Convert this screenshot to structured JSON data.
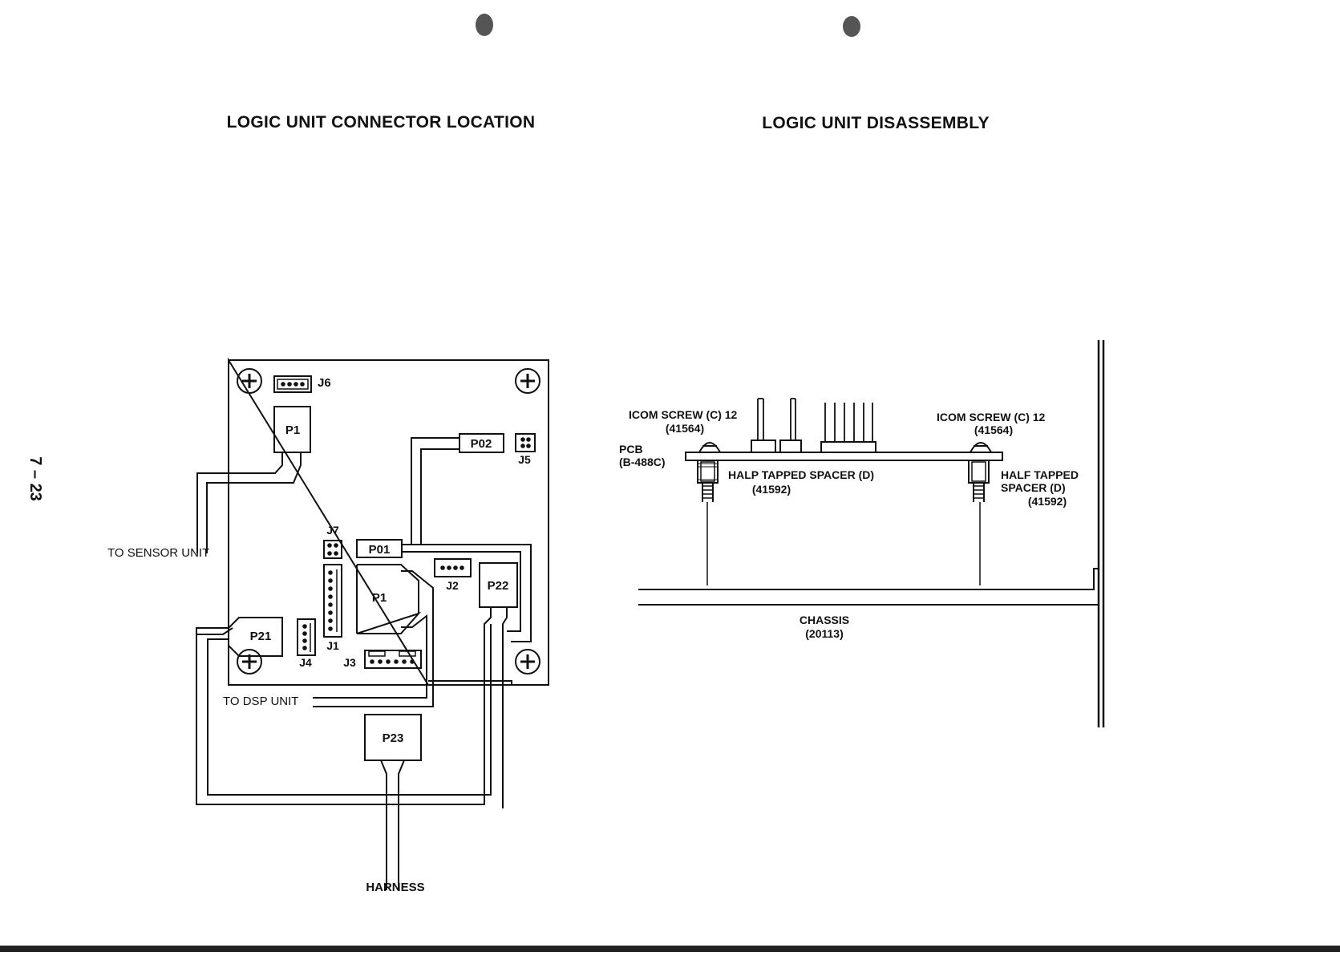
{
  "page_number": "7 – 23",
  "left_diagram": {
    "title": "LOGIC UNIT CONNECTOR LOCATION",
    "connectors": {
      "j6": "J6",
      "p1_top": "P1",
      "p02": "P02",
      "j5": "J5",
      "j7": "J7",
      "p01": "P01",
      "p1_center": "P1",
      "j2": "J2",
      "p22": "P22",
      "p21": "P21",
      "j4": "J4",
      "j1": "J1",
      "j3": "J3",
      "p23": "P23"
    },
    "labels": {
      "sensor": "TO SENSOR UNIT",
      "dsp": "TO DSP UNIT",
      "harness": "HARNESS"
    }
  },
  "right_diagram": {
    "title": "LOGIC UNIT DISASSEMBLY",
    "screw_left": {
      "name": "ICOM SCREW (C) 12",
      "part": "(41564)"
    },
    "screw_right": {
      "name": "ICOM SCREW (C) 12",
      "part": "(41564)"
    },
    "pcb": {
      "name": "PCB",
      "part": "(B-488C)"
    },
    "spacer_left": {
      "name": "HALP TAPPED SPACER (D)",
      "part": "(41592)"
    },
    "spacer_right": {
      "name_line1": "HALF TAPPED",
      "name_line2": "SPACER (D)",
      "part": "(41592)"
    },
    "chassis": {
      "name": "CHASSIS",
      "part": "(20113)"
    }
  }
}
